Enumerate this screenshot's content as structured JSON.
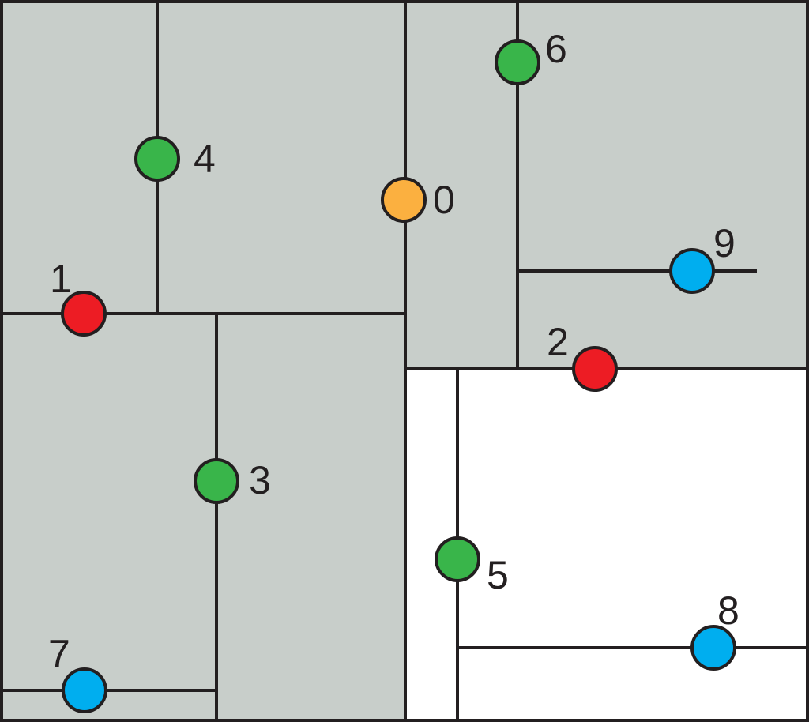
{
  "colors": {
    "region_fill": "#c8ceca",
    "line": "#231f20",
    "red": "#ed1c24",
    "green": "#39b54a",
    "blue": "#00aeef",
    "orange": "#fbb040"
  },
  "nodes": [
    {
      "id": "node-0",
      "label": "0",
      "color": "orange"
    },
    {
      "id": "node-1",
      "label": "1",
      "color": "red"
    },
    {
      "id": "node-2",
      "label": "2",
      "color": "red"
    },
    {
      "id": "node-3",
      "label": "3",
      "color": "green"
    },
    {
      "id": "node-4",
      "label": "4",
      "color": "green"
    },
    {
      "id": "node-5",
      "label": "5",
      "color": "green"
    },
    {
      "id": "node-6",
      "label": "6",
      "color": "green"
    },
    {
      "id": "node-7",
      "label": "7",
      "color": "blue"
    },
    {
      "id": "node-8",
      "label": "8",
      "color": "blue"
    },
    {
      "id": "node-9",
      "label": "9",
      "color": "blue"
    }
  ]
}
